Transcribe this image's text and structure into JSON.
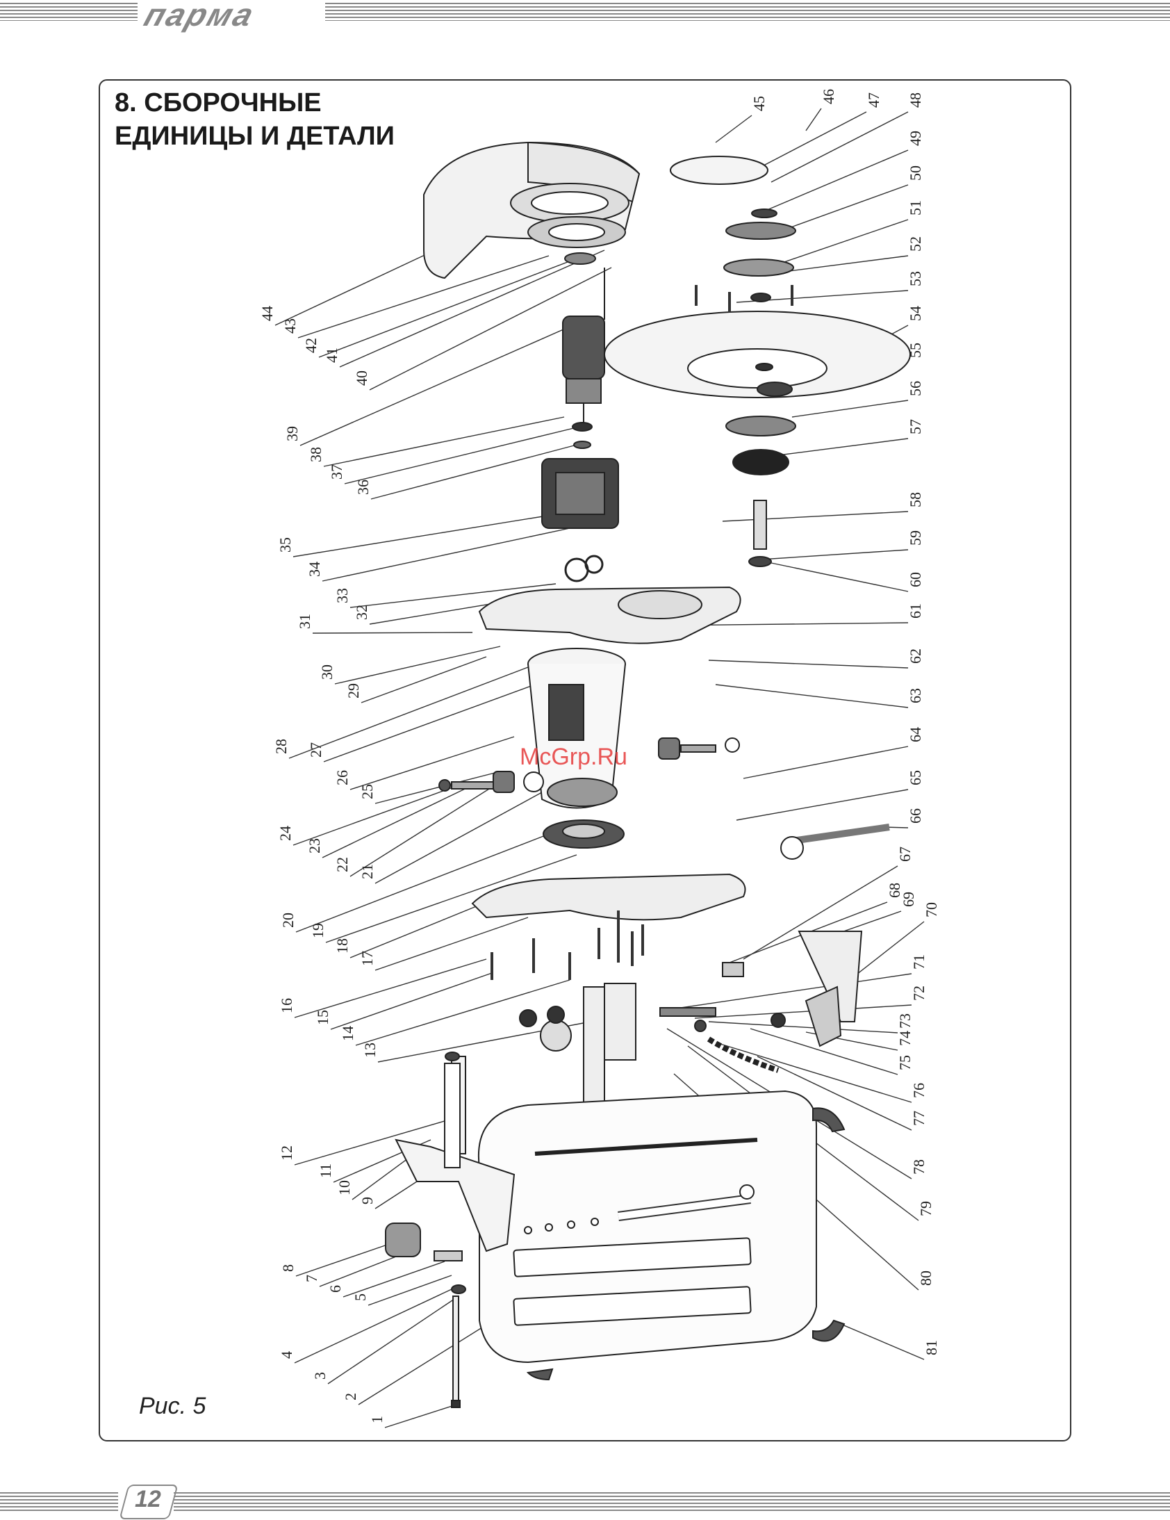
{
  "header": {
    "brand": "парма"
  },
  "section": {
    "title_line1": "8. СБОРОЧНЫЕ",
    "title_line2": "ЕДИНИЦЫ И ДЕТАЛИ"
  },
  "figure": {
    "caption": "Рис. 5",
    "watermark": "McGrp.Ru"
  },
  "callouts_left": [
    "44",
    "43",
    "42",
    "41",
    "40",
    "39",
    "38",
    "37",
    "36",
    "35",
    "34",
    "33",
    "32",
    "31",
    "30",
    "29",
    "28",
    "27",
    "26",
    "25",
    "24",
    "23",
    "22",
    "21",
    "20",
    "19",
    "18",
    "17",
    "16",
    "15",
    "14",
    "13",
    "12",
    "11",
    "10",
    "9",
    "8",
    "7",
    "6",
    "5",
    "4",
    "3",
    "2",
    "1"
  ],
  "callouts_right": [
    "45",
    "46",
    "47",
    "48",
    "49",
    "50",
    "51",
    "52",
    "53",
    "54",
    "55",
    "56",
    "57",
    "58",
    "59",
    "60",
    "61",
    "62",
    "63",
    "64",
    "65",
    "66",
    "67",
    "68",
    "69",
    "70",
    "71",
    "72",
    "73",
    "74",
    "75",
    "76",
    "77",
    "78",
    "79",
    "80",
    "81"
  ],
  "footer": {
    "page_number": "12"
  }
}
